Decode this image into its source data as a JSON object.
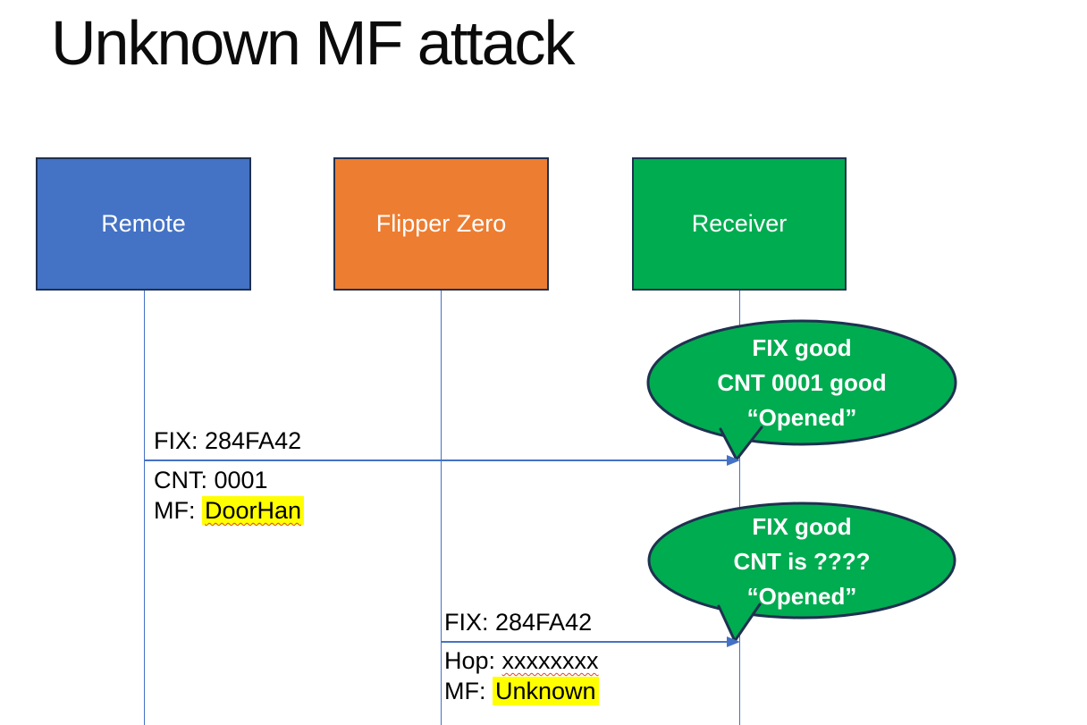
{
  "slide": {
    "title": "Unknown MF attack"
  },
  "colors": {
    "actor_blue": "#4472C4",
    "actor_orange": "#ED7D31",
    "actor_green": "#00AC50",
    "border_navy": "#1F3150",
    "line_blue": "#4472C4",
    "highlight_yellow": "#FFFF00",
    "spellcheck_red": "#E0432D",
    "bubble_text_white": "#FFFFFF"
  },
  "actors": [
    {
      "label": "Remote"
    },
    {
      "label": "Flipper Zero"
    },
    {
      "label": "Receiver"
    }
  ],
  "message1": {
    "fix": "FIX: 284FA42",
    "cnt": "CNT: 0001",
    "mf_prefix": "MF: ",
    "mf_value": "DoorHan"
  },
  "message2": {
    "fix": "FIX: 284FA42",
    "hop_prefix": "Hop: ",
    "hop_value": "xxxxxxxx",
    "mf_prefix": "MF: ",
    "mf_value": "Unknown"
  },
  "bubble1": {
    "line1": "FIX good",
    "line2": "CNT 0001 good",
    "line3": "“Opened”"
  },
  "bubble2": {
    "line1": "FIX good",
    "line2": "CNT is ????",
    "line3": "“Opened”"
  }
}
